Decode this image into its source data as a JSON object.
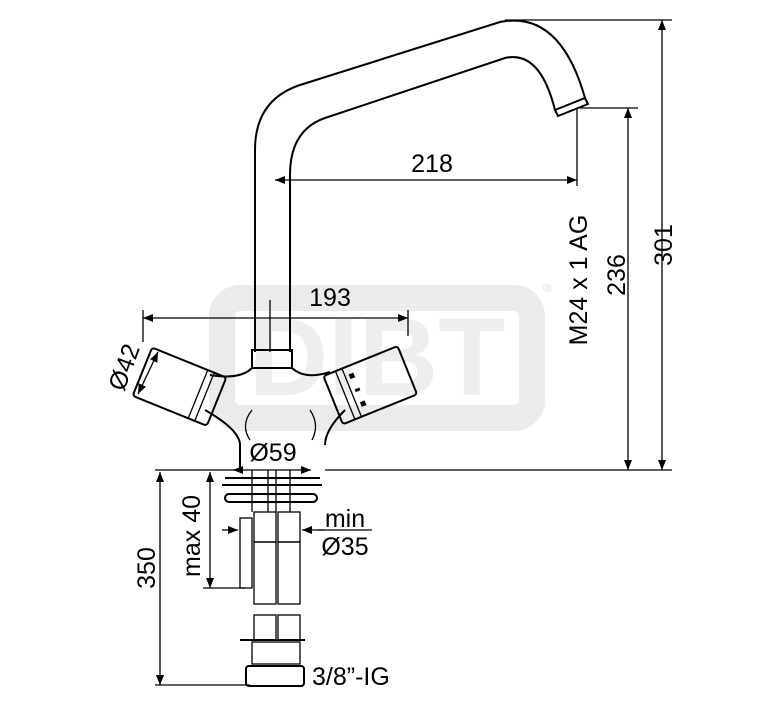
{
  "watermark": {
    "text": "DIBT",
    "mark": "®"
  },
  "dimensions": {
    "overall_height": "301",
    "outlet_height": "236",
    "thread": "M24 x 1 AG",
    "spout_reach": "218",
    "handle_span": "193",
    "handle_diameter": "Ø42",
    "base_diameter": "Ø59",
    "hose_length": "350",
    "max_thickness": "max 40",
    "min_hole_label": "min",
    "min_hole_diameter": "Ø35",
    "connection": "3/8”-IG"
  }
}
